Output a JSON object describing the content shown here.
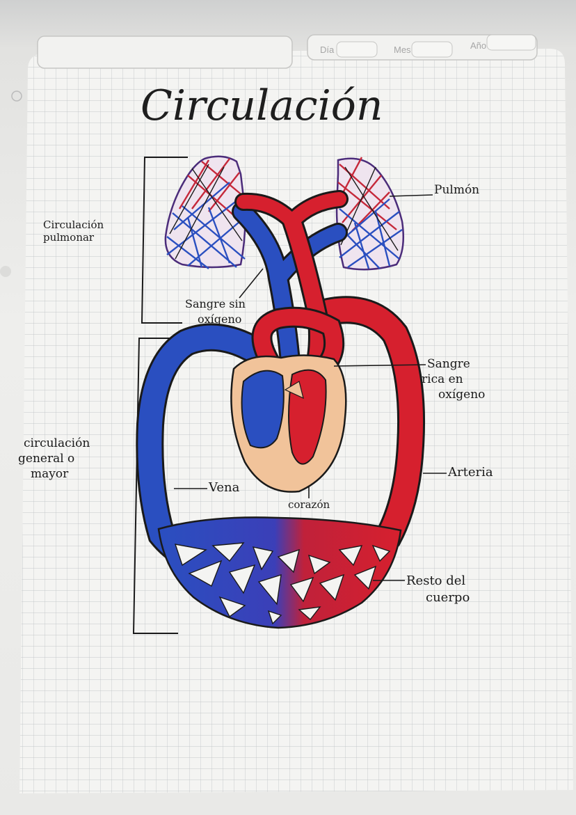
{
  "header": {
    "dia_label": "Día",
    "mes_label": "Mes",
    "ano_label": "Año"
  },
  "title": "Circulación",
  "labels": {
    "pulmonar": [
      "Circulación",
      "pulmonar"
    ],
    "general": [
      "circulación",
      "general o",
      "mayor"
    ],
    "pulmon": "Pulmón",
    "sangre_sin": [
      "Sangre sin",
      "oxígeno"
    ],
    "sangre_rica": [
      "Sangre",
      "rica en",
      "oxígeno"
    ],
    "arteria": "Arteria",
    "vena": "Vena",
    "corazon": "corazón",
    "resto": [
      "Resto del",
      "cuerpo"
    ]
  },
  "colors": {
    "oxygen_poor": "#2a4fc0",
    "oxygen_rich": "#d6202e",
    "heart_tissue": "#f1c39a",
    "ink": "#1a1a1a",
    "grid": "#bfc3c6"
  }
}
